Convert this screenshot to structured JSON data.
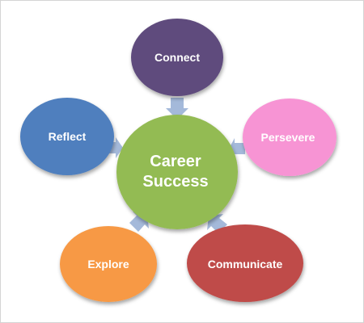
{
  "diagram": {
    "center": {
      "line1": "Career",
      "line2": "Success",
      "color": "#93bb52"
    },
    "nodes": [
      {
        "id": "connect",
        "label": "Connect",
        "color": "#5f4b7d"
      },
      {
        "id": "persevere",
        "label": "Persevere",
        "color": "#f794d4"
      },
      {
        "id": "communicate",
        "label": "Communicate",
        "color": "#bf4b48"
      },
      {
        "id": "explore",
        "label": "Explore",
        "color": "#f79945"
      },
      {
        "id": "reflect",
        "label": "Reflect",
        "color": "#4f7fbe"
      }
    ],
    "arrow_color": "#a4b9da"
  }
}
